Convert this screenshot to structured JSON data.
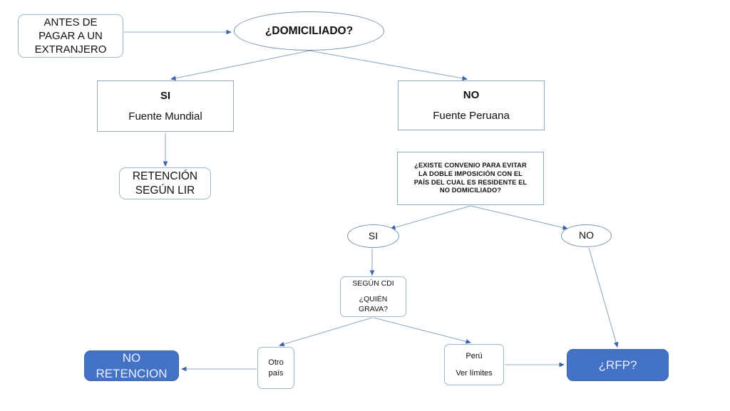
{
  "diagram": {
    "title": "Flujo de retencion a no domiciliados",
    "accent_fill": "#4472C4",
    "edge_color": "#4472C4",
    "outline_color": "#8EA9C9",
    "nodes": {
      "antes": {
        "shape": "rounded-rect",
        "lines": [
          "ANTES DE",
          "PAGAR A UN",
          "EXTRANJERO"
        ]
      },
      "domiciliado": {
        "shape": "ellipse",
        "label": "¿DOMICILIADO?"
      },
      "si_fuente_mundial": {
        "shape": "rect",
        "heading": "SI",
        "label": "Fuente Mundial"
      },
      "no_fuente_peruana": {
        "shape": "rect",
        "heading": "NO",
        "label": "Fuente Peruana"
      },
      "retencion_lir": {
        "shape": "rounded-rect",
        "lines": [
          "RETENCIÓN",
          "SEGÚN LIR"
        ]
      },
      "convenio": {
        "shape": "rect",
        "lines": [
          "¿EXISTE CONVENIO PARA EVITAR",
          "LA DOBLE IMPOSICIÓN CON EL",
          "PAÍS DEL CUAL ES RESIDENTE EL",
          "NO DOMICILIADO?"
        ]
      },
      "si_convenio": {
        "shape": "ellipse",
        "label": "SI"
      },
      "no_convenio": {
        "shape": "ellipse",
        "label": "NO"
      },
      "segun_cdi": {
        "shape": "rounded-rect",
        "heading": "SEGÚN CDI",
        "lines": [
          "¿QUIÉN",
          "GRAVA?"
        ]
      },
      "otro_pais": {
        "shape": "rounded-rect",
        "lines": [
          "Otro",
          "país"
        ]
      },
      "peru": {
        "shape": "rounded-rect",
        "lines": [
          "Perú",
          "Ver límites"
        ]
      },
      "no_retencion": {
        "shape": "rounded-rect-filled",
        "lines": [
          "NO",
          "RETENCION"
        ]
      },
      "rfp": {
        "shape": "rounded-rect-filled",
        "label": "¿RFP?"
      }
    },
    "edges": [
      {
        "from": "antes",
        "to": "domiciliado"
      },
      {
        "from": "domiciliado",
        "to": "si_fuente_mundial"
      },
      {
        "from": "domiciliado",
        "to": "no_fuente_peruana"
      },
      {
        "from": "si_fuente_mundial",
        "to": "retencion_lir"
      },
      {
        "from": "convenio",
        "to": "si_convenio"
      },
      {
        "from": "convenio",
        "to": "no_convenio"
      },
      {
        "from": "si_convenio",
        "to": "segun_cdi"
      },
      {
        "from": "segun_cdi",
        "to": "otro_pais"
      },
      {
        "from": "segun_cdi",
        "to": "peru"
      },
      {
        "from": "otro_pais",
        "to": "no_retencion"
      },
      {
        "from": "peru",
        "to": "rfp"
      },
      {
        "from": "no_convenio",
        "to": "rfp"
      }
    ]
  }
}
